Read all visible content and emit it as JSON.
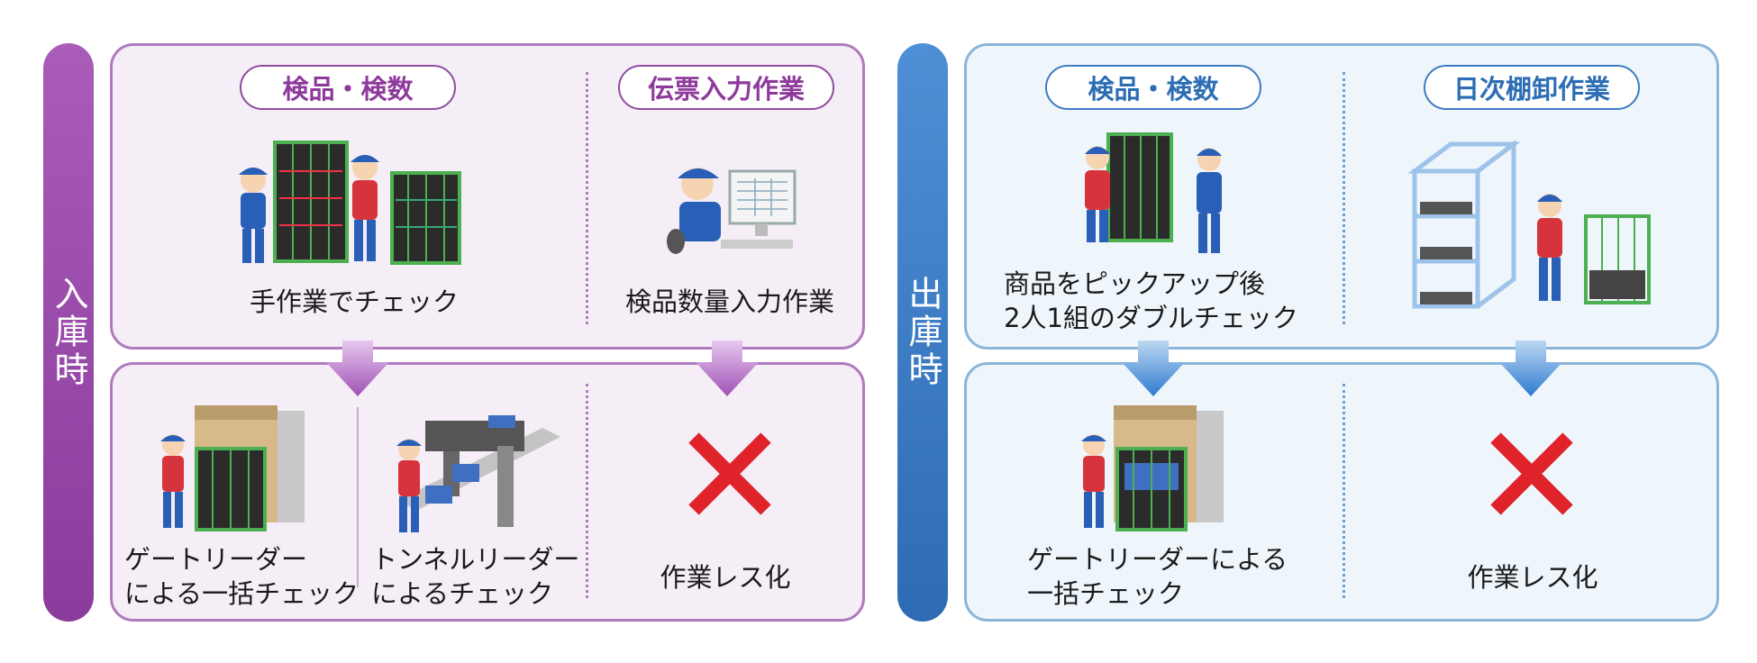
{
  "left": {
    "sidebar": "入庫時",
    "top": {
      "col1": {
        "pill": "検品・検数",
        "caption": "手作業でチェック"
      },
      "col2": {
        "pill": "伝票入力作業",
        "caption": "検品数量入力作業"
      }
    },
    "bottom": {
      "col1": {
        "line1": "ゲートリーダー",
        "line2": "による一括チェック"
      },
      "col2": {
        "line1": "トンネルリーダー",
        "line2": "によるチェック"
      },
      "col3": {
        "caption": "作業レス化"
      }
    }
  },
  "right": {
    "sidebar": "出庫時",
    "top": {
      "col1": {
        "pill": "検品・検数",
        "line1": "商品をピックアップ後",
        "line2": "2人1組のダブルチェック"
      },
      "col2": {
        "pill": "日次棚卸作業"
      }
    },
    "bottom": {
      "col1": {
        "line1": "ゲートリーダーによる",
        "line2": "一括チェック"
      },
      "col2": {
        "caption": "作業レス化"
      }
    }
  },
  "colors": {
    "purple": "#8e3a9c",
    "blue": "#2c6db4",
    "cross": "#e0232b"
  },
  "icons": [
    "worker-icon",
    "cart-icon",
    "computer-icon",
    "gate-reader-icon",
    "tunnel-reader-icon",
    "shelf-icon",
    "cross-icon",
    "arrow-down-icon"
  ]
}
